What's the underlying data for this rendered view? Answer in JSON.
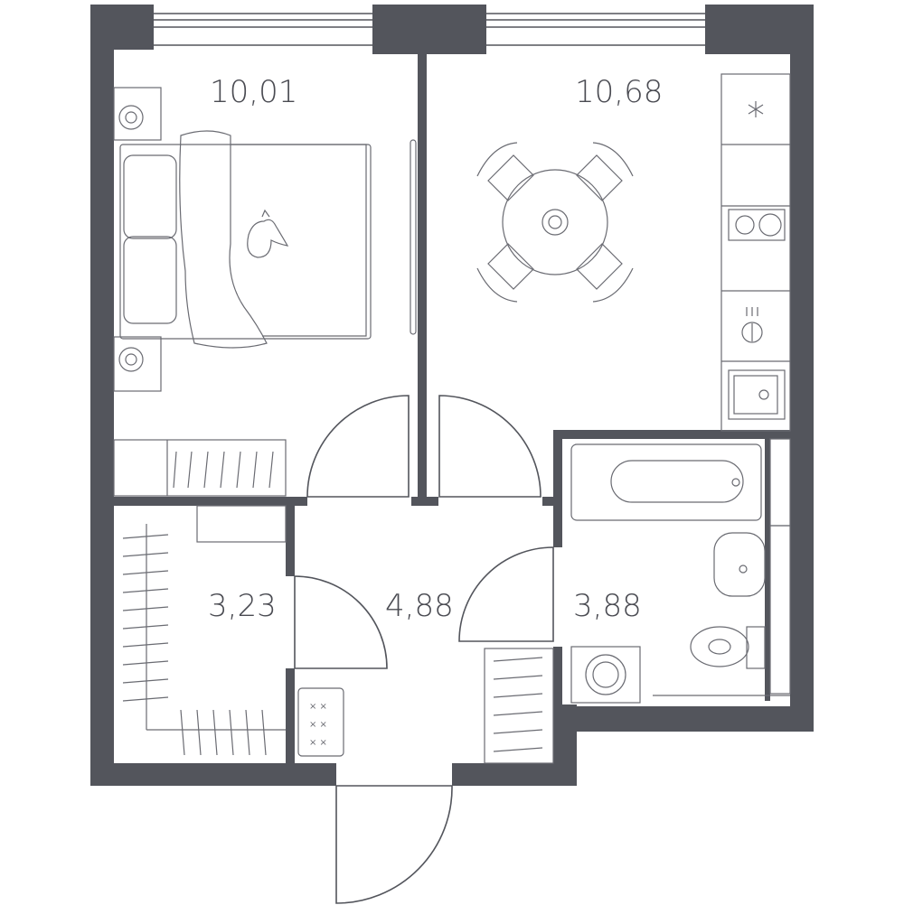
{
  "rooms": [
    {
      "id": "bedroom",
      "area": "10,01"
    },
    {
      "id": "kitchen",
      "area": "10,68"
    },
    {
      "id": "wardrobe",
      "area": "3,23"
    },
    {
      "id": "hallway",
      "area": "4,88"
    },
    {
      "id": "bathroom",
      "area": "3,88"
    }
  ],
  "colors": {
    "wall": "#53555c",
    "line": "#6a6b72",
    "background": "#ffffff"
  }
}
